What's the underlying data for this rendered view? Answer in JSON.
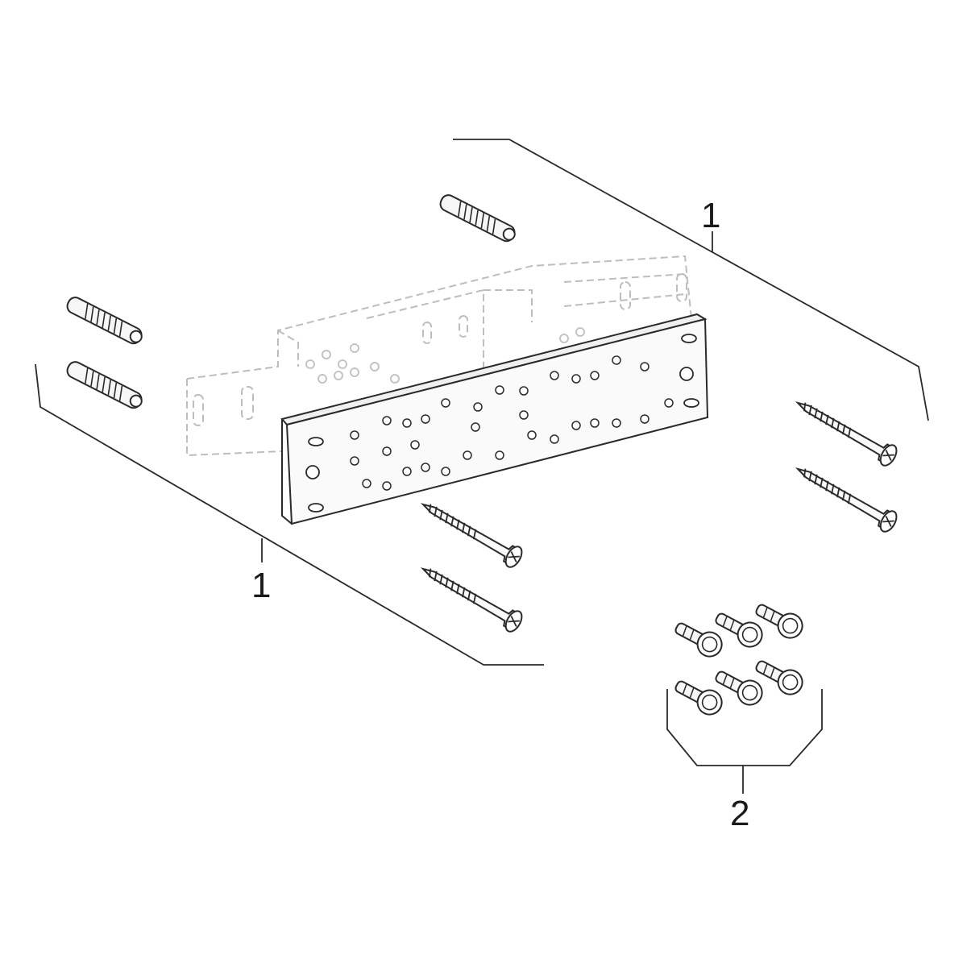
{
  "diagram": {
    "callouts": [
      {
        "label": "1",
        "part": "upper-mounting-set"
      },
      {
        "label": "1",
        "part": "lower-mounting-set"
      },
      {
        "label": "2",
        "part": "small-screws-set"
      }
    ],
    "colors": {
      "line": "#2a2a2a",
      "ghost": "#bdbdbd",
      "fill": "#f4f4f4"
    }
  }
}
